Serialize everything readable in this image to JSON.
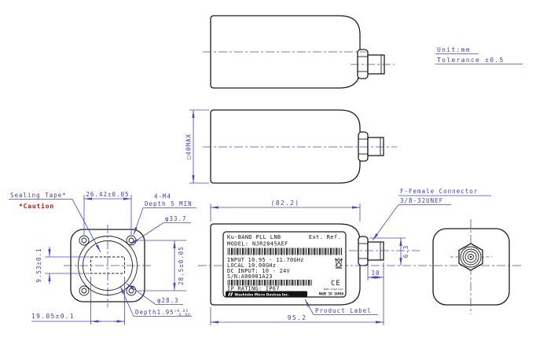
{
  "drawing": {
    "notes": {
      "unit": "Unit:mm",
      "tolerance": "Tolerance ±0.5"
    },
    "dims": {
      "hole_pitch_h": "26.42±0.05",
      "aperture_h": "9.53±0.1",
      "hole_pitch_v": "28.5±0.05",
      "aperture_w": "19.05±0.1",
      "body_square": "□40MAX",
      "body_length": "(82.2)",
      "overall_length": "95.2",
      "connector_offset": "6.3",
      "thread_length": "10",
      "flange_dia_outer": "φ33.7",
      "flange_dia_inner": "φ28.3",
      "tap_holes": "4-M4",
      "tap_depth": "Depth 5 MIN",
      "counterbore": "Depth1.95",
      "counterbore_tol_plus": "+0.05",
      "counterbore_tol_minus": "-0.00"
    },
    "callouts": {
      "sealing_tape": "Sealing Tape*",
      "caution": "*Caution",
      "connector_line1": "F-Female Connector",
      "connector_line2": "3/8-32UNEF",
      "product_label": "Product Label"
    },
    "label": {
      "title_left": "Ku-BAND PLL LNB",
      "title_right": "Ext. Ref.",
      "model": "MODEL: NJR2845AEF",
      "input": "INPUT 10.95 - 11.70GHz",
      "local": "LOCAL 10.00GHz",
      "dc": "DC INPUT: 10 - 24V",
      "serial": "S/N:A00001A23",
      "ip": "IP RATING: IP67",
      "brand": "Nisshinbo Micro Devices Inc.",
      "rohs": "RoHS Compliant",
      "origin": "MADE IN JAPAN",
      "ce": "CE"
    },
    "colors": {
      "line": "#1c1c1c",
      "dimension": "#4545c6",
      "caution": "#cc1111"
    }
  }
}
